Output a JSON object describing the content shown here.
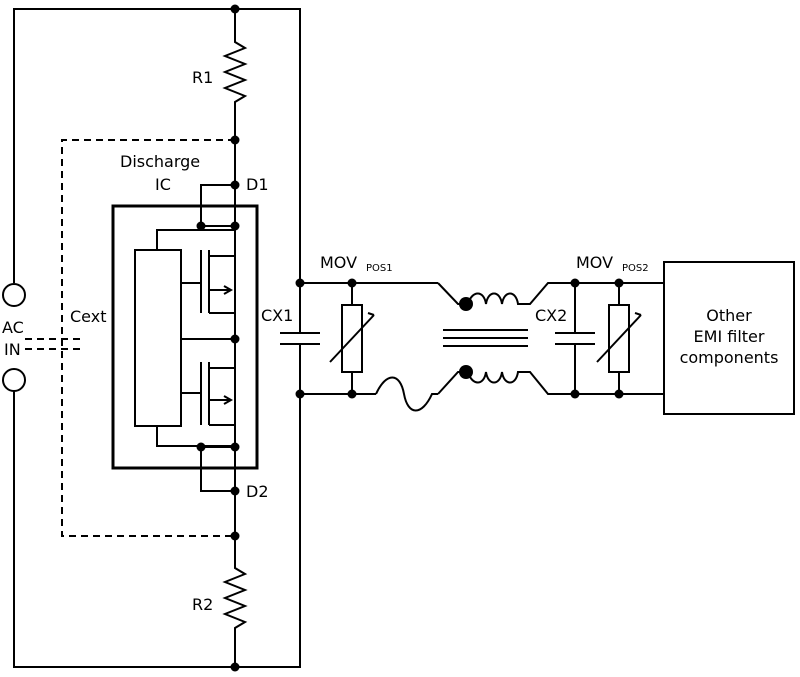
{
  "labels": {
    "r1": "R1",
    "r2": "R2",
    "discharge_ic_line1": "Discharge",
    "discharge_ic_line2": "IC",
    "d1": "D1",
    "d2": "D2",
    "cext": "Cext",
    "ac_line1": "AC",
    "ac_line2": "IN",
    "cx1": "CX1",
    "cx2": "CX2",
    "mov1": "MOV",
    "mov1_sub": "POS1",
    "mov2": "MOV",
    "mov2_sub": "POS2",
    "emi_line1": "Other",
    "emi_line2": "EMI filter",
    "emi_line3": "components"
  },
  "icons": {
    "ac_terminal": "open-circle",
    "junction": "filled-dot",
    "resistor": "zigzag",
    "capacitor": "parallel-plates",
    "varistor": "box-with-slash",
    "choke": "coupled-inductor-dots",
    "mosfet": "n-channel-transistor"
  },
  "colors": {
    "line": "#000000",
    "background": "#ffffff"
  }
}
